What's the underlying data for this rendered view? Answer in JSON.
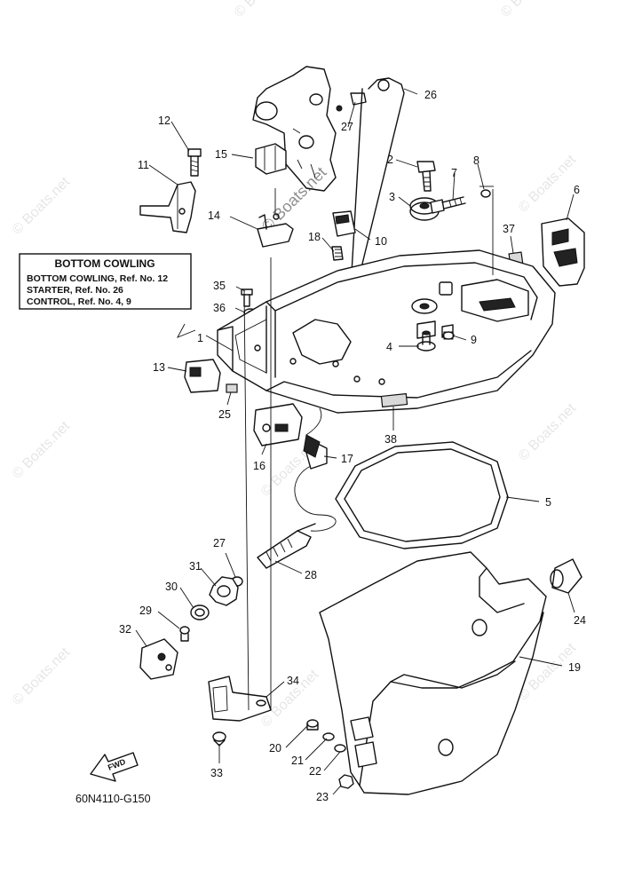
{
  "figure_code": "60N4110-G150",
  "watermark": "© Boats.net",
  "fwd_label": "FWD",
  "reference_box": {
    "title": "BOTTOM COWLING",
    "lines": [
      "BOTTOM COWLING,  Ref. No. 12",
      "STARTER,  Ref. No. 26",
      "CONTROL,  Ref. No. 4, 9"
    ]
  },
  "callouts": [
    "1",
    "2",
    "3",
    "4",
    "5",
    "6",
    "7",
    "8",
    "9",
    "10",
    "11",
    "12",
    "13",
    "14",
    "15",
    "16",
    "17",
    "18",
    "19",
    "20",
    "21",
    "22",
    "23",
    "24",
    "25",
    "26",
    "27",
    "27",
    "28",
    "29",
    "30",
    "31",
    "32",
    "33",
    "34",
    "35",
    "36",
    "37",
    "38"
  ]
}
